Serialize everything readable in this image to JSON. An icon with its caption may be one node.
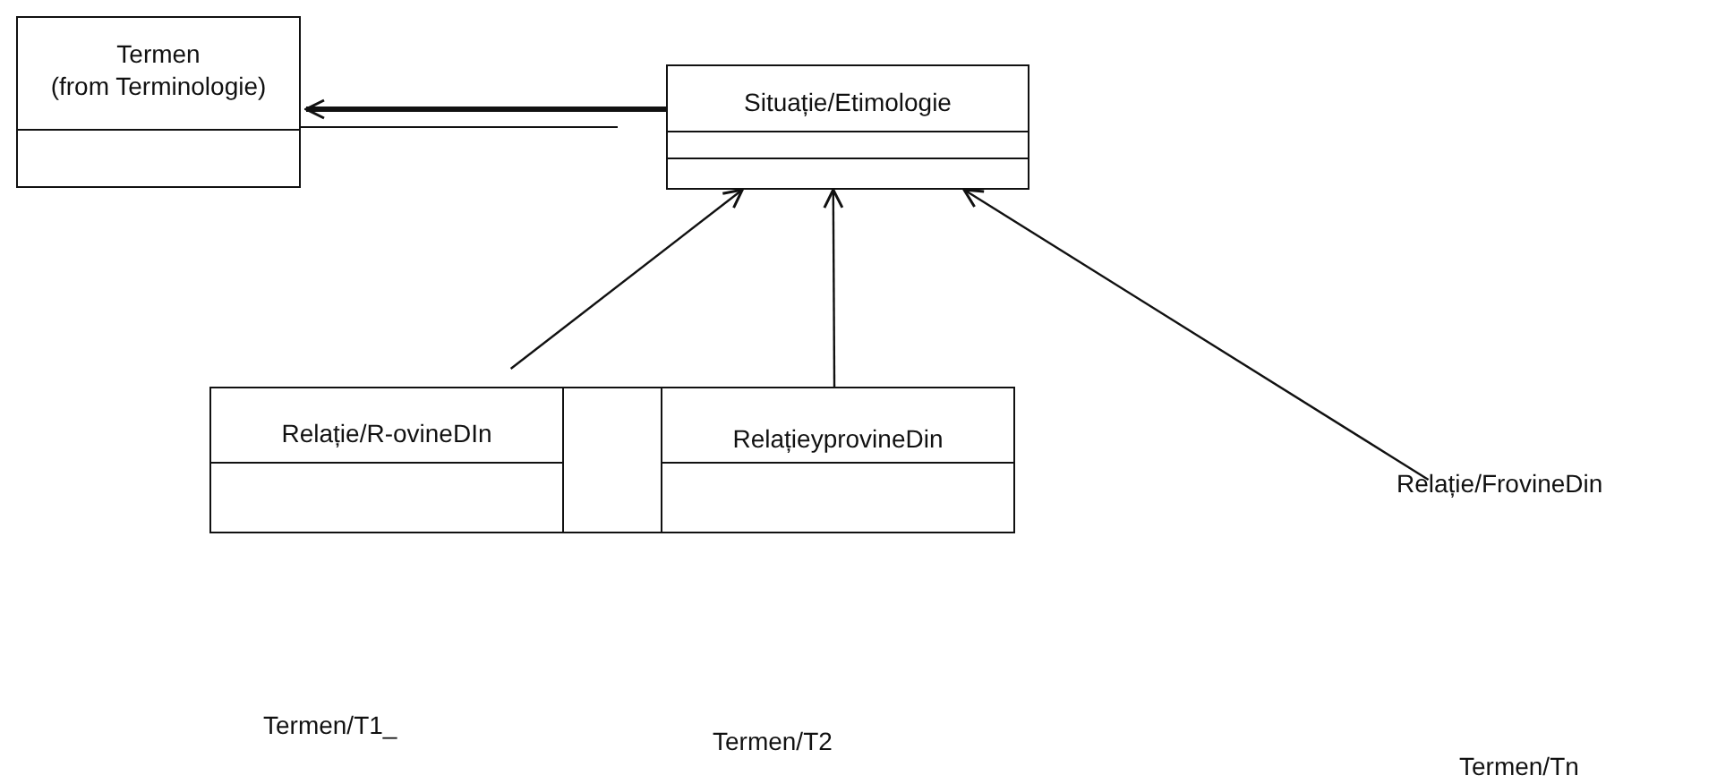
{
  "diagram": {
    "nodes": [
      {
        "text": [
          "Termen",
          "(from Terminologie)"
        ]
      },
      {
        "text": [
          "Situație/Etimologie"
        ]
      },
      {
        "text": [
          "Relație/R-ovineDIn"
        ]
      },
      {
        "text": [],
        "shape": "box"
      },
      {
        "text": [
          "RelațieyprovineDin"
        ]
      },
      {
        "text": [
          "Relație/FrovineDin"
        ]
      },
      {
        "text": [
          "Termen/T1_"
        ]
      },
      {
        "text": [
          "Termen/T2"
        ]
      },
      {
        "text": [
          "Termen/Tn"
        ]
      }
    ],
    "edges": [
      {
        "from": 1,
        "to": 0,
        "arrow": "to",
        "style": "thick"
      },
      {
        "from": 2,
        "to": 1,
        "arrow": "to"
      },
      {
        "from": 4,
        "to": 1,
        "arrow": "to"
      },
      {
        "from": 5,
        "to": 1,
        "arrow": "to"
      }
    ]
  }
}
